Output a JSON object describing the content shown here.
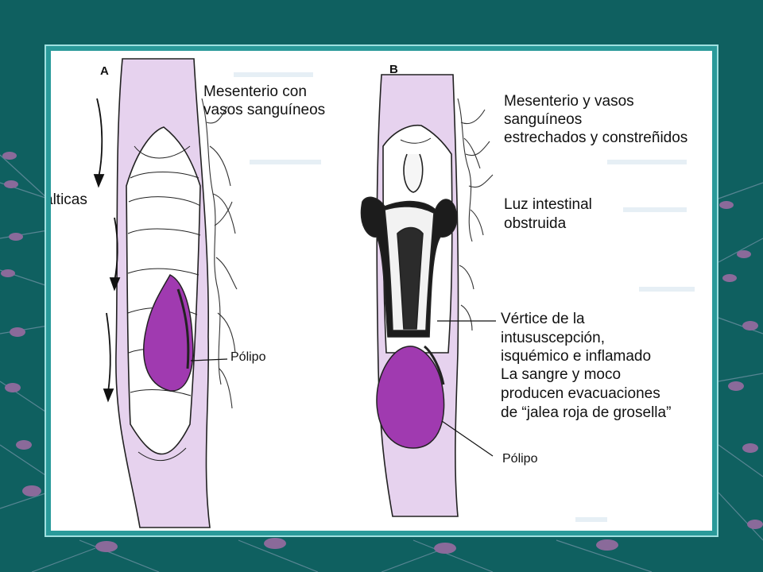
{
  "panels": {
    "a": {
      "letter": "A",
      "side_label": "álticas",
      "mesentery_line1": "Mesenterio con",
      "mesentery_line2": "vasos sanguíneos",
      "polyp": "Pólipo"
    },
    "b": {
      "letter": "B",
      "mesentery_line1": "Mesenterio y vasos",
      "mesentery_line2": "sanguíneos",
      "mesentery_line3": "estrechados y constreñidos",
      "lumen_line1": "Luz intestinal",
      "lumen_line2": "obstruida",
      "apex_line1": "Vértice de la",
      "apex_line2": "intususcepción,",
      "apex_line3": "isquémico e inflamado",
      "blood_line1": "La sangre y moco",
      "blood_line2": "producen evacuaciones",
      "blood_line3": "de “jalea roja de grosella”",
      "polyp": "Pólipo"
    }
  },
  "colors": {
    "background": "#0f6060",
    "frame": "#2a9a9a",
    "polyp": "#a03ab0",
    "intestine": "#e6d2ee",
    "network_node": "#8a6a9a"
  }
}
